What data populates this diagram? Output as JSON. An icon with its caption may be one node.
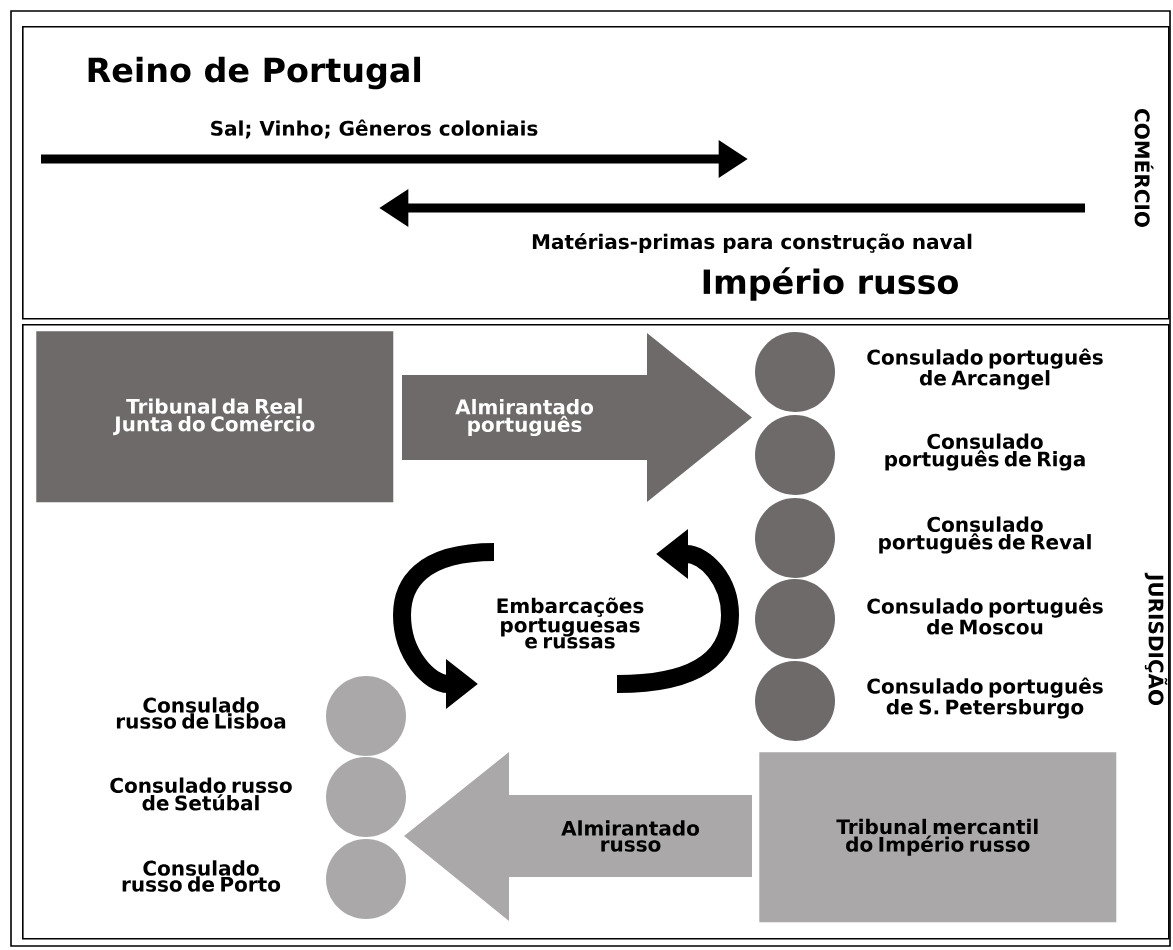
{
  "diagram": {
    "nodes": [
      {
        "text": [
          "COMÉRCIO"
        ]
      },
      {
        "text": [
          "JURISDIÇÃO"
        ]
      },
      {
        "text": [
          "Tribunal da Real Junta do Comércio"
        ],
        "in": 1
      },
      {
        "text": [
          "Almirantado português"
        ],
        "in": 1
      },
      {
        "text": [],
        "shape": "circle",
        "in": 1,
        "beside": [
          "Consulado português de Arcangel"
        ]
      },
      {
        "text": [],
        "shape": "circle",
        "in": 1,
        "beside": [
          "Consulado português de Riga"
        ]
      },
      {
        "text": [],
        "shape": "circle",
        "in": 1,
        "beside": [
          "Consulado português de Reval"
        ]
      },
      {
        "text": [],
        "shape": "circle",
        "in": 1,
        "beside": [
          "Consulado português de Moscou"
        ]
      },
      {
        "text": [],
        "shape": "circle",
        "in": 1,
        "beside": [
          "Consulado português de S. Petersburgo"
        ]
      },
      {
        "text": [
          "Tribunal mercantil do Império russo"
        ],
        "in": 1
      },
      {
        "text": [
          "Almirantado russo"
        ],
        "in": 1
      },
      {
        "text": [],
        "shape": "circle",
        "in": 1,
        "beside": [
          "Consulado russo de Lisboa"
        ]
      },
      {
        "text": [],
        "shape": "circle",
        "in": 1,
        "beside": [
          "Consulado russo de Setúbal"
        ]
      },
      {
        "text": [],
        "shape": "circle",
        "in": 1,
        "beside": [
          "Consulado russo de Porto"
        ]
      }
    ],
    "labels": [
      "Reino de Portugal",
      "Sal; Vinho; Gêneros coloniais",
      "Matérias-primas para construção naval",
      "Império russo",
      "Embarcações portuguesas e russas"
    ]
  }
}
